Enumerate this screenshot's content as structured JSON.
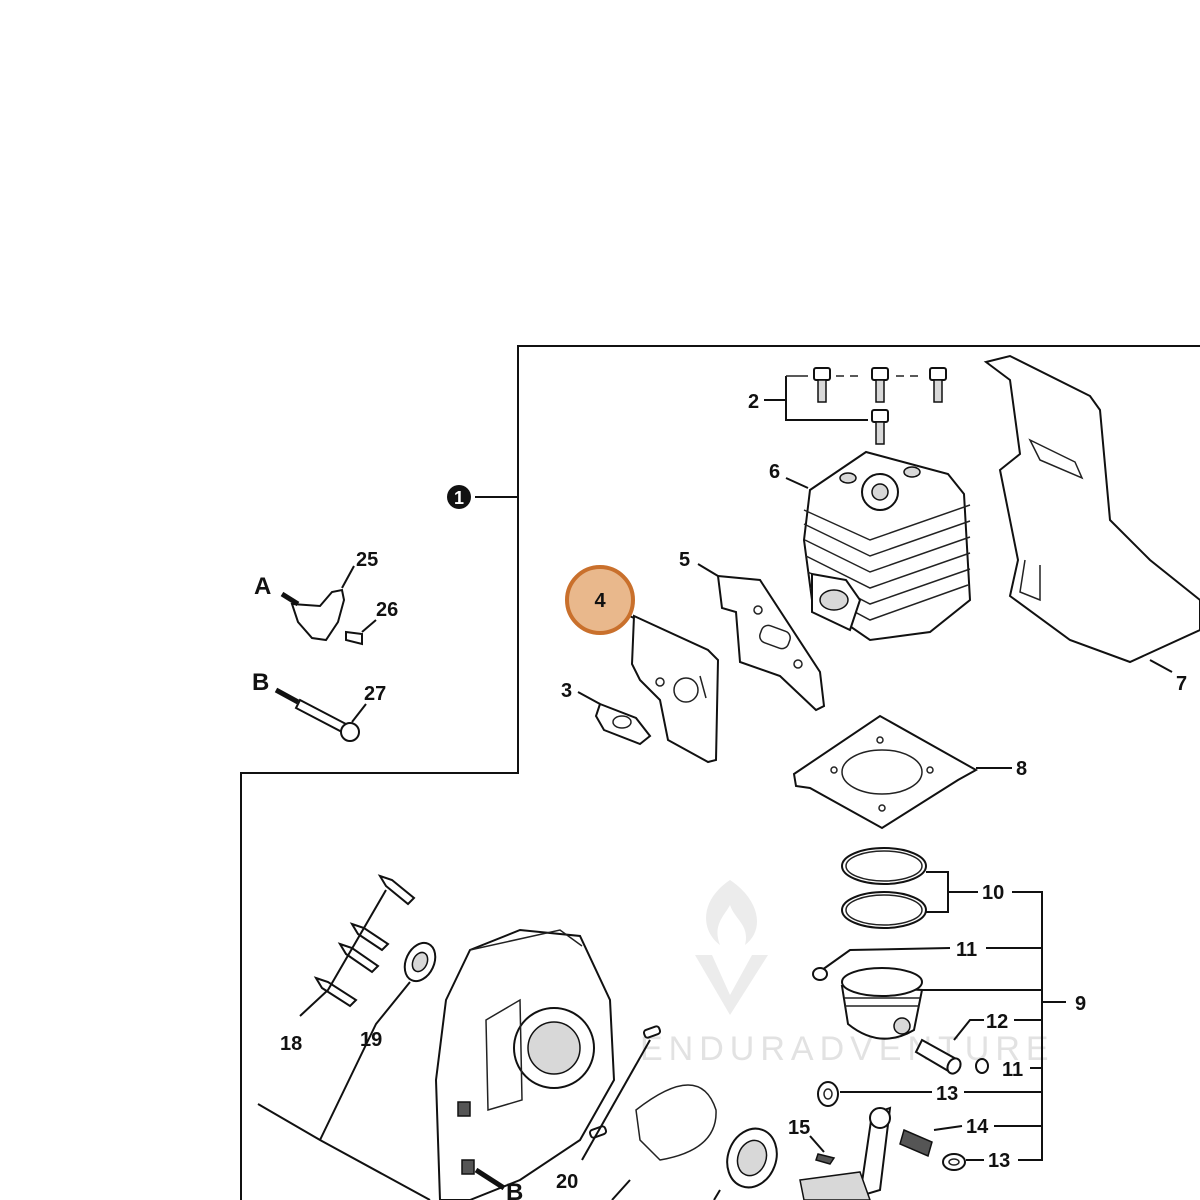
{
  "diagram": {
    "assembly_number": "1",
    "selected_part": "4",
    "highlight_color": "#e9b88c",
    "highlight_border": "#c9702c",
    "watermark": "ENDURADVENTURE",
    "callouts": {
      "p2": "2",
      "p3": "3",
      "p4": "4",
      "p5": "5",
      "p6": "6",
      "p7": "7",
      "p8": "8",
      "p9": "9",
      "p10": "10",
      "p11a": "11",
      "p11b": "11",
      "p12": "12",
      "p13a": "13",
      "p13b": "13",
      "p14": "14",
      "p15": "15",
      "p18": "18",
      "p19": "19",
      "p20": "20",
      "p25": "25",
      "p26": "26",
      "p27": "27"
    },
    "refs": {
      "a": "A",
      "b": "B",
      "b_bottom": "B"
    }
  }
}
